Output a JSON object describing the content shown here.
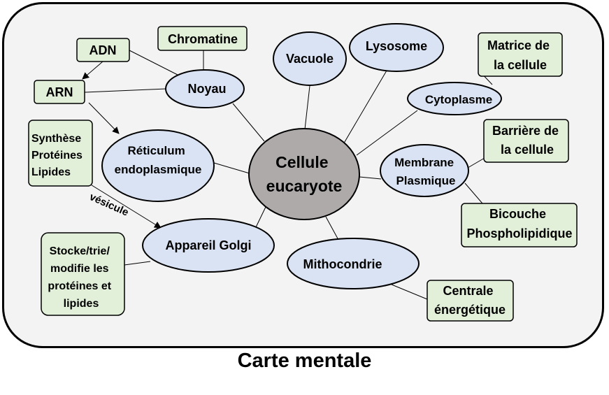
{
  "center": {
    "lines": [
      "Cellule",
      "eucaryote"
    ]
  },
  "organelles": {
    "noyau": "Noyau",
    "vacuole": "Vacuole",
    "lysosome": "Lysosome",
    "cytoplasme": "Cytoplasme",
    "reticulum": [
      "Réticulum",
      "endoplasmique"
    ],
    "membrane": [
      "Membrane",
      "Plasmique"
    ],
    "golgi": "Appareil Golgi",
    "mitochondrie": "Mithocondrie"
  },
  "notes": {
    "adn": "ADN",
    "arn": "ARN",
    "chromatine": "Chromatine",
    "matrice": [
      "Matrice de",
      "la cellule"
    ],
    "barriere": [
      "Barrière de",
      "la cellule"
    ],
    "synthese": [
      "Synthèse",
      "Protéines",
      "Lipides"
    ],
    "bicouche": [
      "Bicouche",
      "Phospholipidique"
    ],
    "stocke": [
      "Stocke/trie/",
      "modifie les",
      "protéines et",
      "lipides"
    ],
    "centrale": [
      "Centrale",
      "énergétique"
    ]
  },
  "vesicule_label": "vésicule",
  "caption": "Carte mentale",
  "colors": {
    "center_fill": "#aeaaaa",
    "ellipse_fill": "#dae3f3",
    "box_fill": "#e2f0d9",
    "frame_fill": "#f3f3f3",
    "stroke": "#000000"
  }
}
